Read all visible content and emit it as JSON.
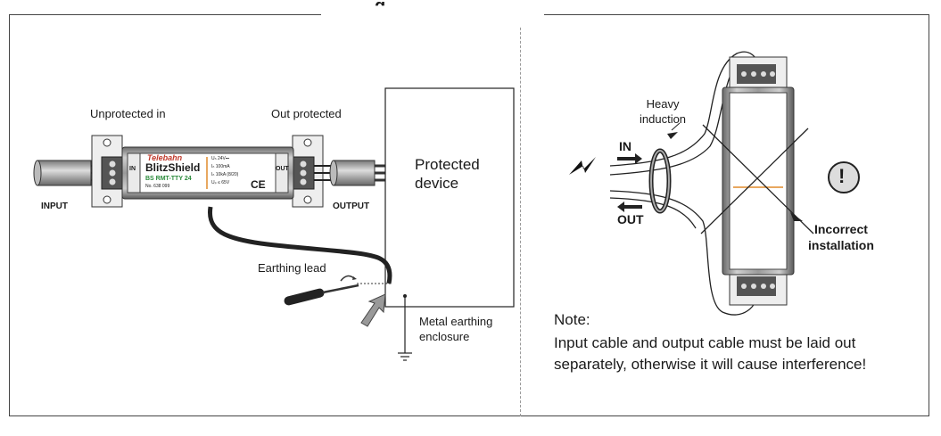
{
  "title": "g",
  "left": {
    "unprotected_in": "Unprotected in",
    "out_protected": "Out protected",
    "input": "INPUT",
    "output": "OUTPUT",
    "protected_device": "Protected\ndevice",
    "earthing_lead": "Earthing lead",
    "metal_earthing": "Metal earthing\nenclosure",
    "device": {
      "brand": "Telebahn",
      "name": "BlitzShield",
      "model": "BS RMT-TTY 24",
      "number": "No. 638 099",
      "specs": [
        "Uₙ 24V⎓",
        "Iₙ 100mA",
        "Iₙ 10kA (8/20)",
        "Uₚ ≤ 65V"
      ],
      "in_tag": "IN",
      "out_tag": "OUT",
      "ce": "CE"
    }
  },
  "right": {
    "heavy_induction": "Heavy\ninduction",
    "in": "IN",
    "out": "OUT",
    "incorrect": "Incorrect\ninstallation",
    "note_title": "Note:",
    "note_text": "Input cable and output cable must be laid out separately, otherwise it will cause interference!",
    "warning_symbol": "!"
  }
}
